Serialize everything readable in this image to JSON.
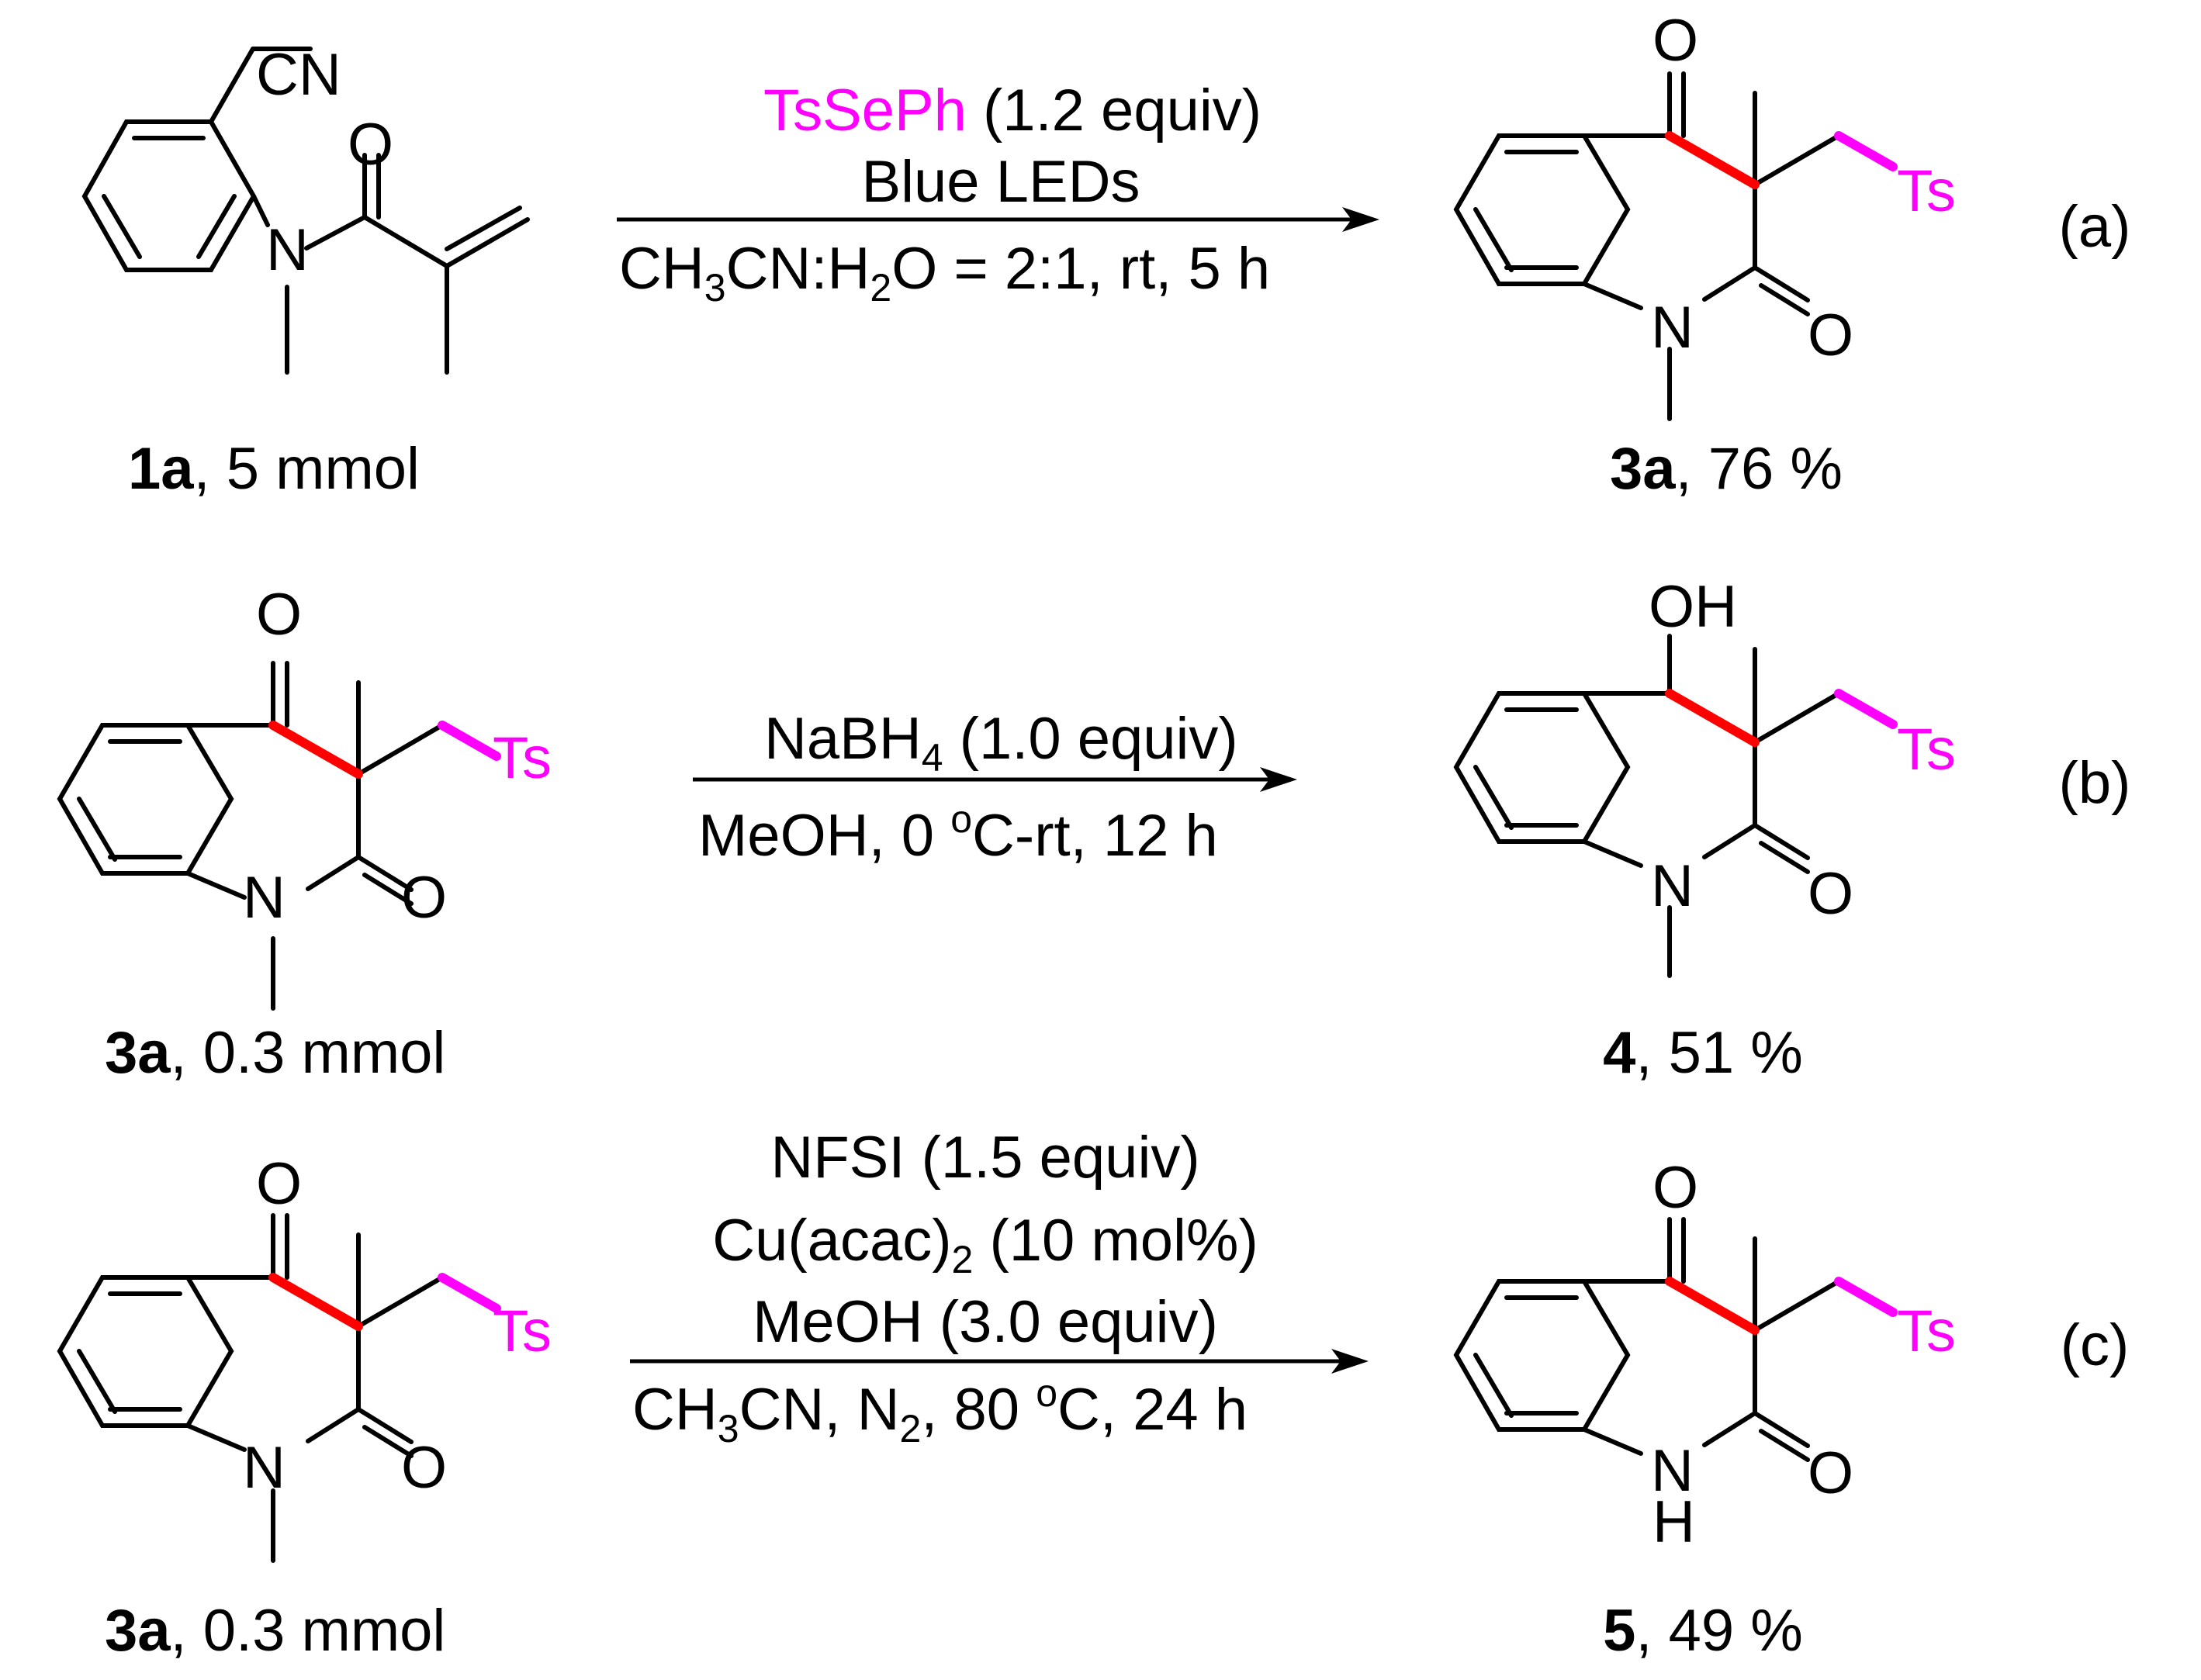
{
  "colors": {
    "reagent_highlight": "#ff00ff",
    "new_bond": "#ff0000",
    "ink": "#000000"
  },
  "rows": [
    {
      "tag": "(a)",
      "start_atoms": {
        "cn": "CN",
        "o": "O",
        "n": "N"
      },
      "start_label": {
        "compound": "1a",
        "rest": ", 5 mmol"
      },
      "reagents": {
        "ts_reagent": "TsSePh",
        "equiv": " (1.2 equiv)",
        "light": "Blue LEDs",
        "solvent_pre": "CH",
        "sub3": "3",
        "solvent_mid": "CN:H",
        "sub2": "2",
        "solvent_post": "O = 2:1, rt, 5 h"
      },
      "product_atoms": {
        "o_top": "O",
        "ts": "Ts",
        "n": "N",
        "o_side": "O"
      },
      "product_label": {
        "compound": "3a",
        "rest": ", 76 %"
      }
    },
    {
      "tag": "(b)",
      "start_atoms": {
        "o_top": "O",
        "ts": "Ts",
        "n": "N",
        "o_side": "O"
      },
      "start_label": {
        "compound": "3a",
        "rest": ", 0.3 mmol"
      },
      "reagents": {
        "line1_pre": "NaBH",
        "sub4": "4",
        "line1_post": " (1.0 equiv)",
        "line2_pre": "MeOH, 0 ",
        "sup_o": "o",
        "line2_post": "C-rt, 12 h"
      },
      "product_atoms": {
        "oh": "OH",
        "ts": "Ts",
        "n": "N",
        "o_side": "O"
      },
      "product_label": {
        "compound": "4",
        "rest": ", 51 %"
      }
    },
    {
      "tag": "(c)",
      "start_atoms": {
        "o_top": "O",
        "ts": "Ts",
        "n": "N",
        "o_side": "O"
      },
      "start_label": {
        "compound": "3a",
        "rest": ", 0.3 mmol"
      },
      "reagents": {
        "line1": "NFSI (1.5 equiv)",
        "line2_pre": "Cu(acac)",
        "sub2": "2",
        "line2_post": " (10 mol%)",
        "line3": "MeOH (3.0 equiv)",
        "line4_pre": "CH",
        "sub3": "3",
        "line4_mid": "CN, N",
        "sub2b": "2",
        "line4_mid2": ", 80 ",
        "sup_o": "o",
        "line4_post": "C, 24 h"
      },
      "product_atoms": {
        "o_top": "O",
        "ts": "Ts",
        "n": "N",
        "h": "H",
        "o_side": "O"
      },
      "product_label": {
        "compound": "5",
        "rest": ", 49 %"
      }
    }
  ]
}
